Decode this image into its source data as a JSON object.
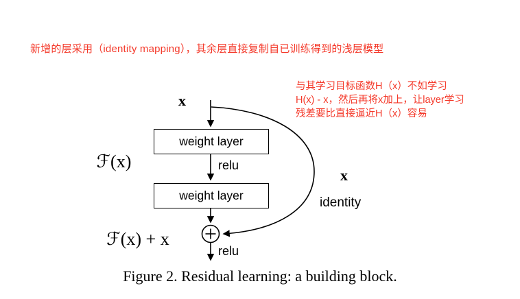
{
  "page": {
    "background": "#ffffff",
    "note_color": "#f4392a",
    "line_color": "#000000"
  },
  "annotations": {
    "top_note": "新增的层采用（identity mapping），其余层直接复制自已训练得到的浅层模型",
    "side_note_lines": [
      "与其学习目标函数H（x）不如学习",
      "H(x) - x，然后再将x加上，让layer学习",
      "残差要比直接逼近H（x）容易"
    ]
  },
  "diagram": {
    "input_label": "x",
    "boxes": [
      {
        "label": "weight layer"
      },
      {
        "label": "weight layer"
      }
    ],
    "relu_top_label": "relu",
    "relu_bottom_label": "relu",
    "residual_function_label": "ℱ(x)",
    "output_label": "ℱ(x) + x",
    "shortcut_x_label": "x",
    "shortcut_name_label": "identity",
    "sum_icon": "⊕"
  },
  "caption": "Figure 2. Residual learning: a building block."
}
